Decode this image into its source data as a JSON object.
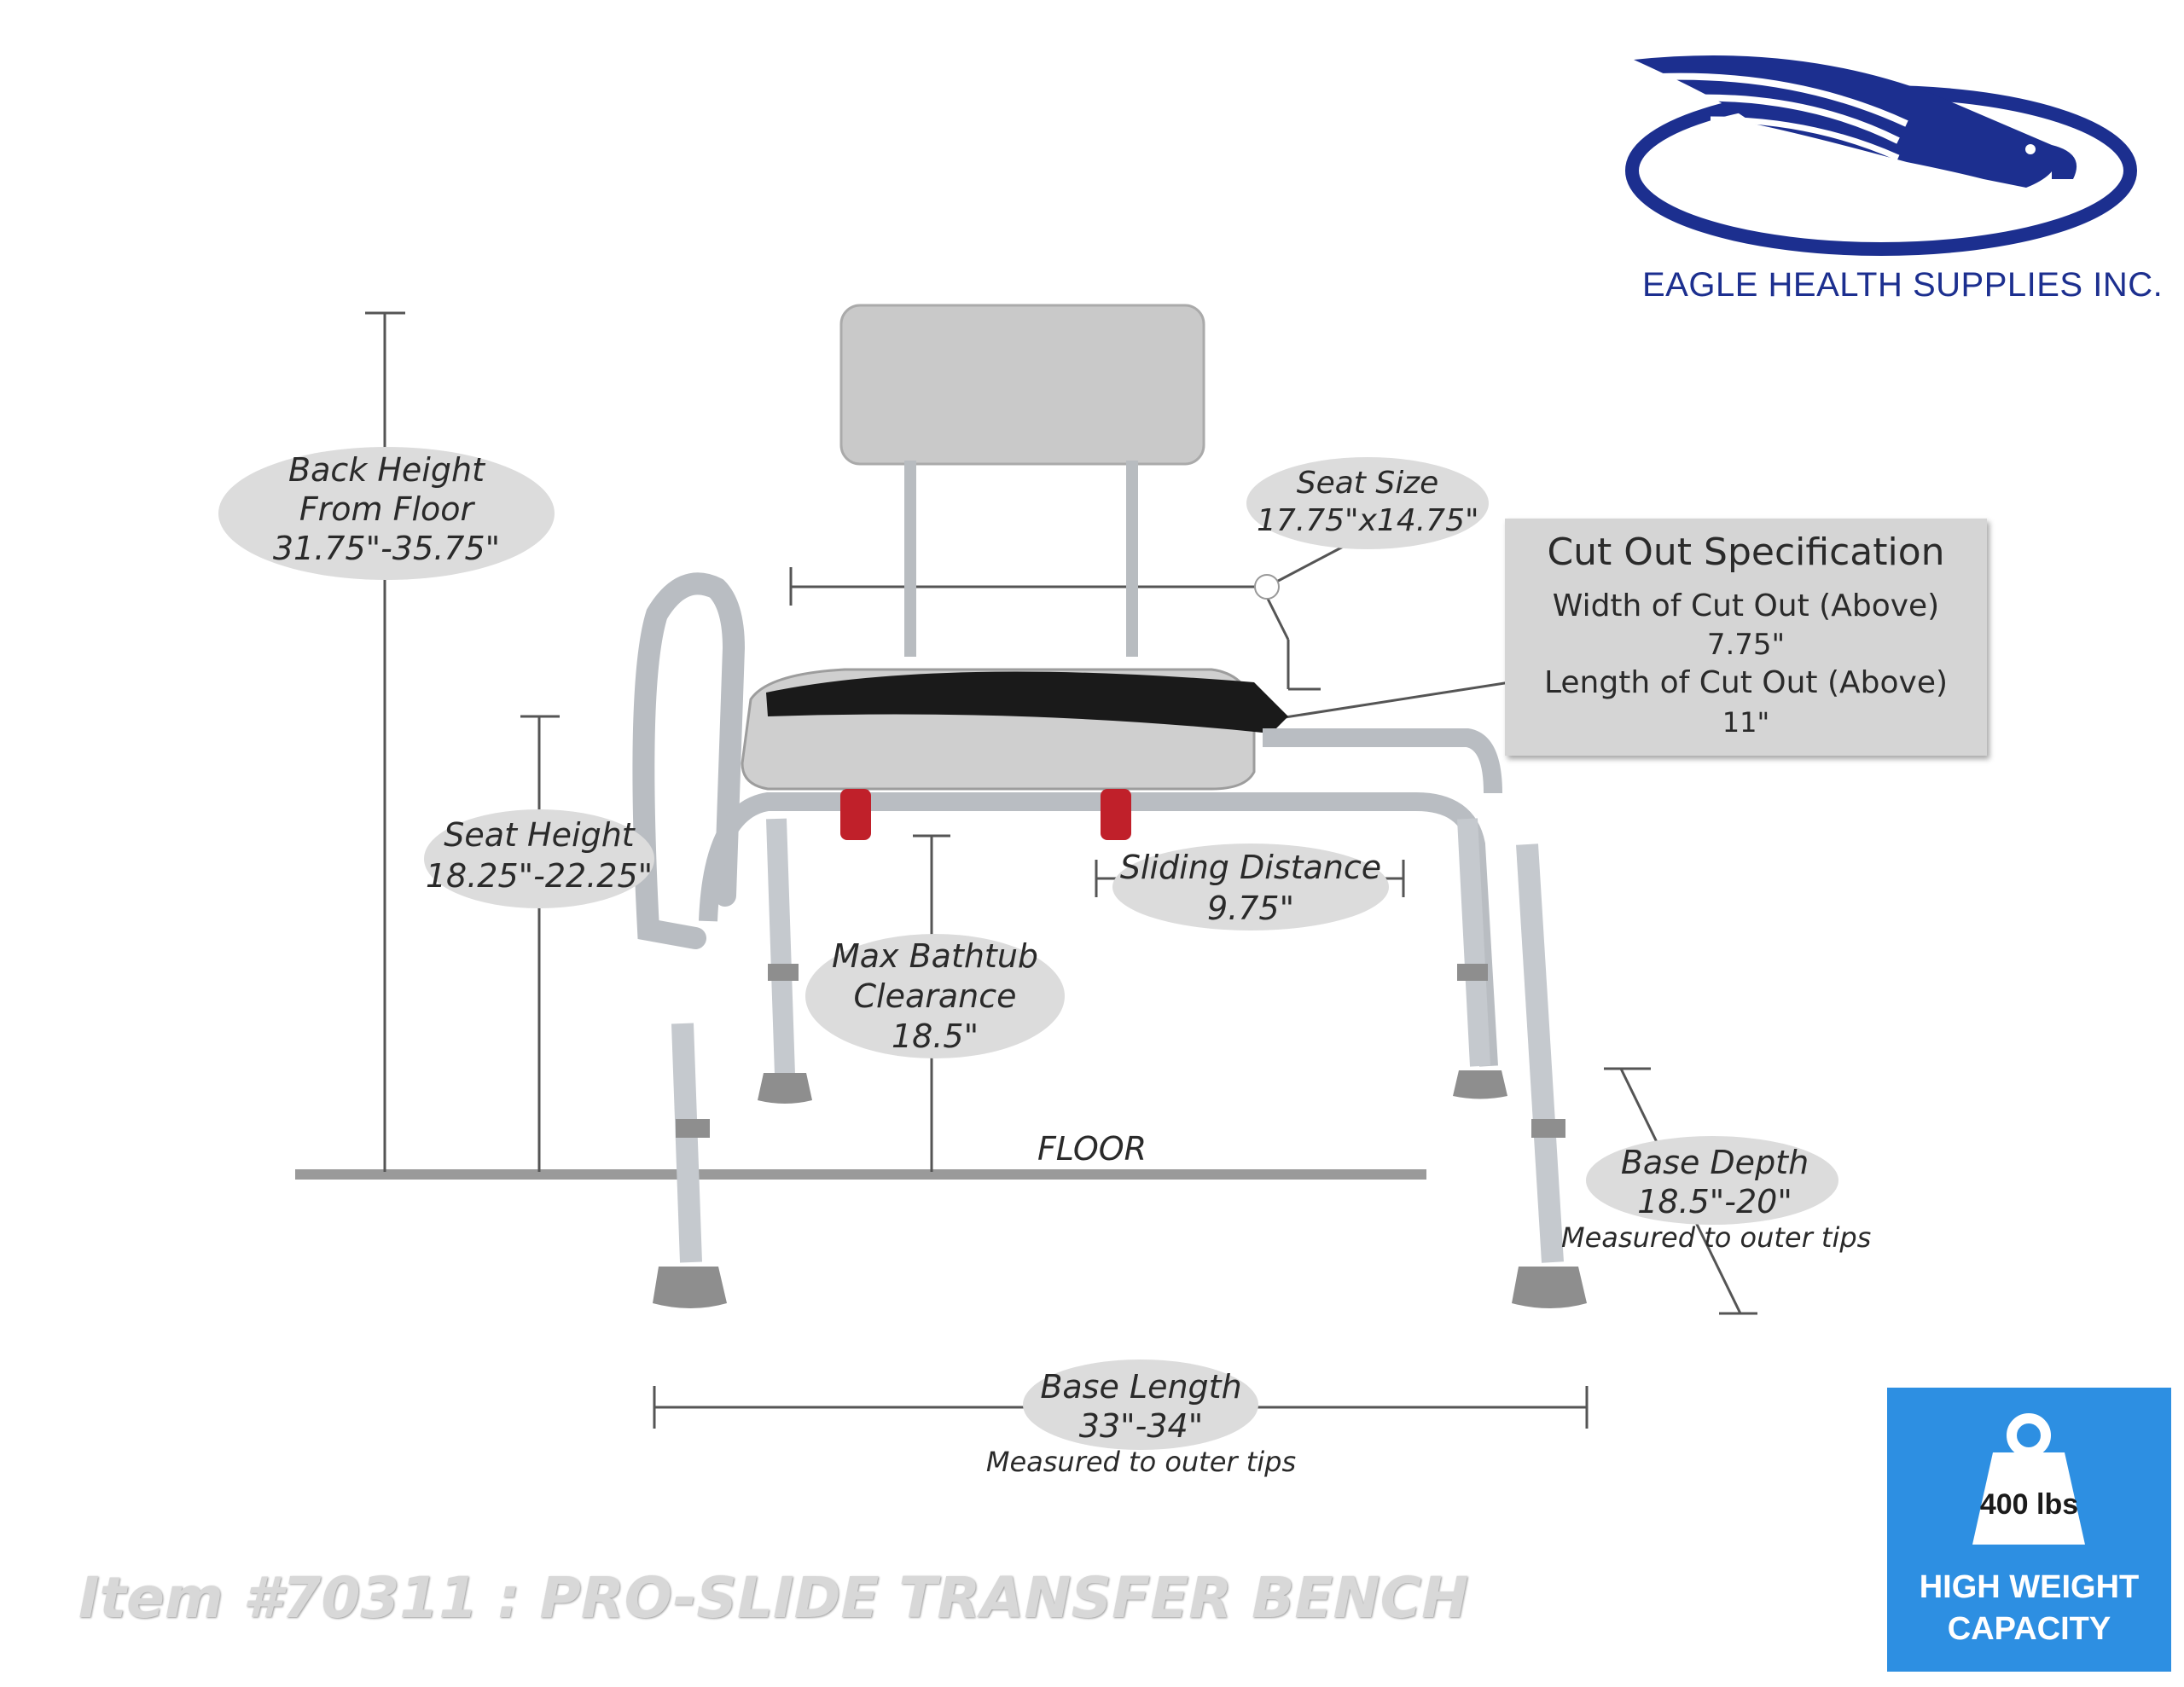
{
  "brand": {
    "name": "EAGLE HEALTH SUPPLIES INC."
  },
  "labels": {
    "back_height": {
      "line1": "Back Height",
      "line2": "From Floor",
      "value": "31.75\"-35.75\""
    },
    "seat_size": {
      "line1": "Seat Size",
      "value": "17.75\"x14.75\""
    },
    "seat_height": {
      "line1": "Seat Height",
      "value": "18.25\"-22.25\""
    },
    "sliding_distance": {
      "line1": "Sliding Distance",
      "value": "9.75\""
    },
    "max_bathtub_clearance": {
      "line1": "Max Bathtub",
      "line2": "Clearance",
      "value": "18.5\""
    },
    "floor": "FLOOR",
    "base_depth": {
      "line1": "Base Depth",
      "value": "18.5\"-20\"",
      "note": "Measured to outer tips"
    },
    "base_length": {
      "line1": "Base Length",
      "value": "33\"-34\"",
      "note": "Measured to outer tips"
    }
  },
  "cut_out": {
    "title": "Cut Out Specification",
    "width_label": "Width of Cut Out (Above)",
    "width_value": "7.75\"",
    "length_label": "Length of Cut Out (Above)",
    "length_value": "11\""
  },
  "badge": {
    "weight": "400 lbs",
    "line1": "HIGH WEIGHT",
    "line2": "CAPACITY",
    "color": "#2d8fe2"
  },
  "footer": {
    "title": "Item #70311 : PRO-SLIDE TRANSFER BENCH"
  },
  "colors": {
    "brand_blue": "#1c2f8f",
    "bubble_gray": "#dcdcdc",
    "lever_red": "#c0202a"
  }
}
